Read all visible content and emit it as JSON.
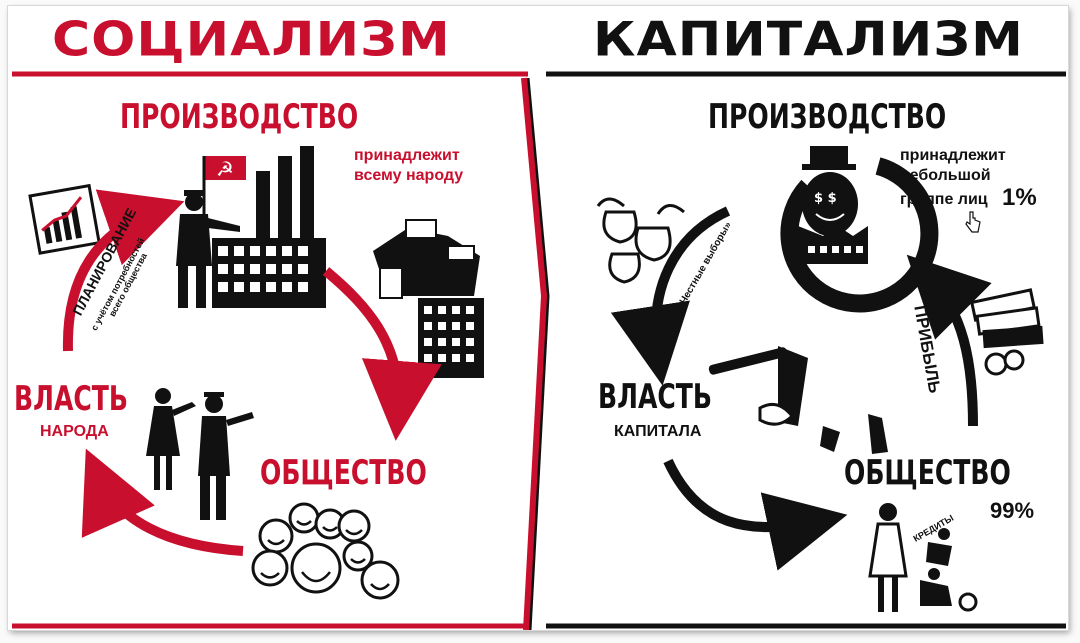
{
  "socialism": {
    "title": "СОЦИАЛИЗМ",
    "production": "ПРОИЗВОДСТВО",
    "owner_line1": "принадлежит",
    "owner_line2": "всему народу",
    "planning": "ПЛАНИРОВАНИЕ",
    "planning_sub1": "с учётом потребностей",
    "planning_sub2": "всего общества",
    "power": "ВЛАСТЬ",
    "power_sub": "НАРОДА",
    "society": "ОБЩЕСТВО"
  },
  "capitalism": {
    "title": "КАПИТАЛИЗМ",
    "production": "ПРОИЗВОДСТВО",
    "owner_line1": "принадлежит",
    "owner_line2": "небольшой",
    "owner_line3": "группе лиц",
    "owner_percent": "1%",
    "elections": "«Честные выборы»",
    "power": "ВЛАСТЬ",
    "power_sub": "КАПИТАЛА",
    "profit": "ПРИБЫЛЬ",
    "society": "ОБЩЕСТВО",
    "society_percent": "99%",
    "credits": "КРЕДИТЫ"
  },
  "colors": {
    "red": "#c8102e",
    "black": "#111111"
  }
}
